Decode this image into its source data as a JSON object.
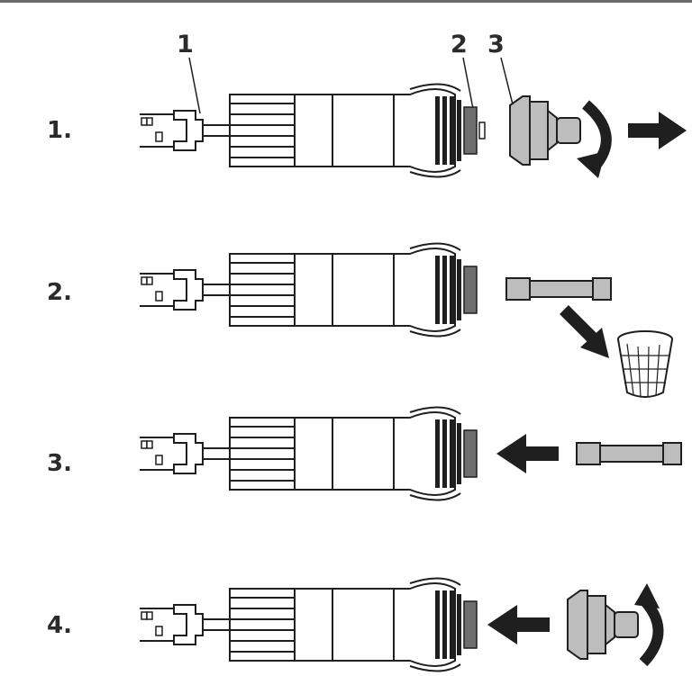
{
  "header": {
    "glyph": ""
  },
  "callouts": [
    {
      "label": "1"
    },
    {
      "label": "2"
    },
    {
      "label": "3"
    }
  ],
  "steps": [
    {
      "number": "1."
    },
    {
      "number": "2."
    },
    {
      "number": "3."
    },
    {
      "number": "4."
    }
  ],
  "colors": {
    "line": "#1f1f1f",
    "part_gray": "#bdbdbd",
    "dark_gray": "#6e6e6e",
    "arrow": "#1f1f1f"
  },
  "icons": {
    "rotate_ccw": "rotate-arrow-icon",
    "pull_out": "arrow-right-icon",
    "discard": "arrow-diagonal-icon",
    "insert": "arrow-left-icon",
    "rotate_cw": "rotate-arrow-icon",
    "bin": "wastebasket-icon"
  }
}
